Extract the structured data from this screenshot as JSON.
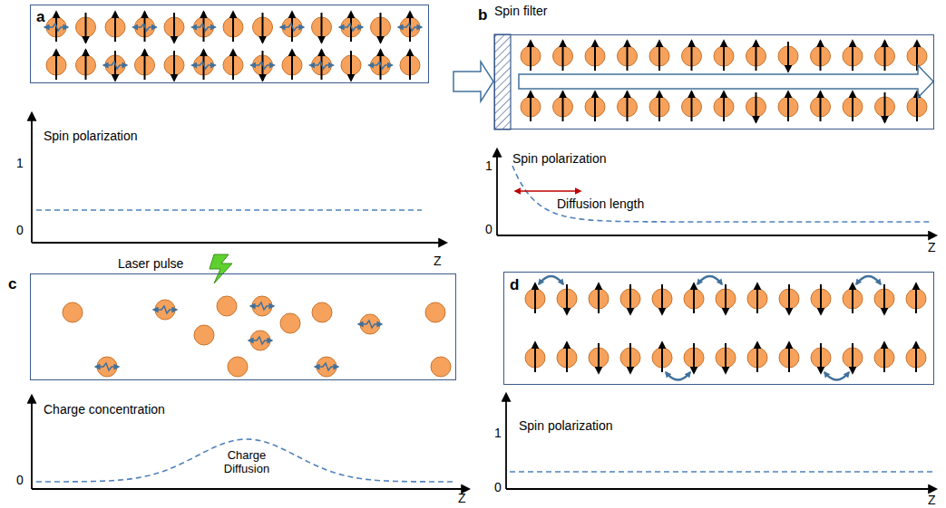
{
  "diagram": {
    "nodes": [
      {
        "text": [
          "a"
        ]
      },
      {
        "text": [
          "b"
        ]
      },
      {
        "text": [
          "c"
        ]
      },
      {
        "text": [
          "d"
        ]
      }
    ],
    "labels": [
      "Spin polarization",
      "1",
      "0",
      "Z",
      "Spin filter",
      "Spin polarization",
      "1",
      "Diffusion length",
      "0",
      "Z",
      "Laser pulse",
      "Charge concentration",
      "Charge Diffusion",
      "0",
      "Z",
      "Spin polarization",
      "1",
      "0",
      "Z"
    ]
  }
}
